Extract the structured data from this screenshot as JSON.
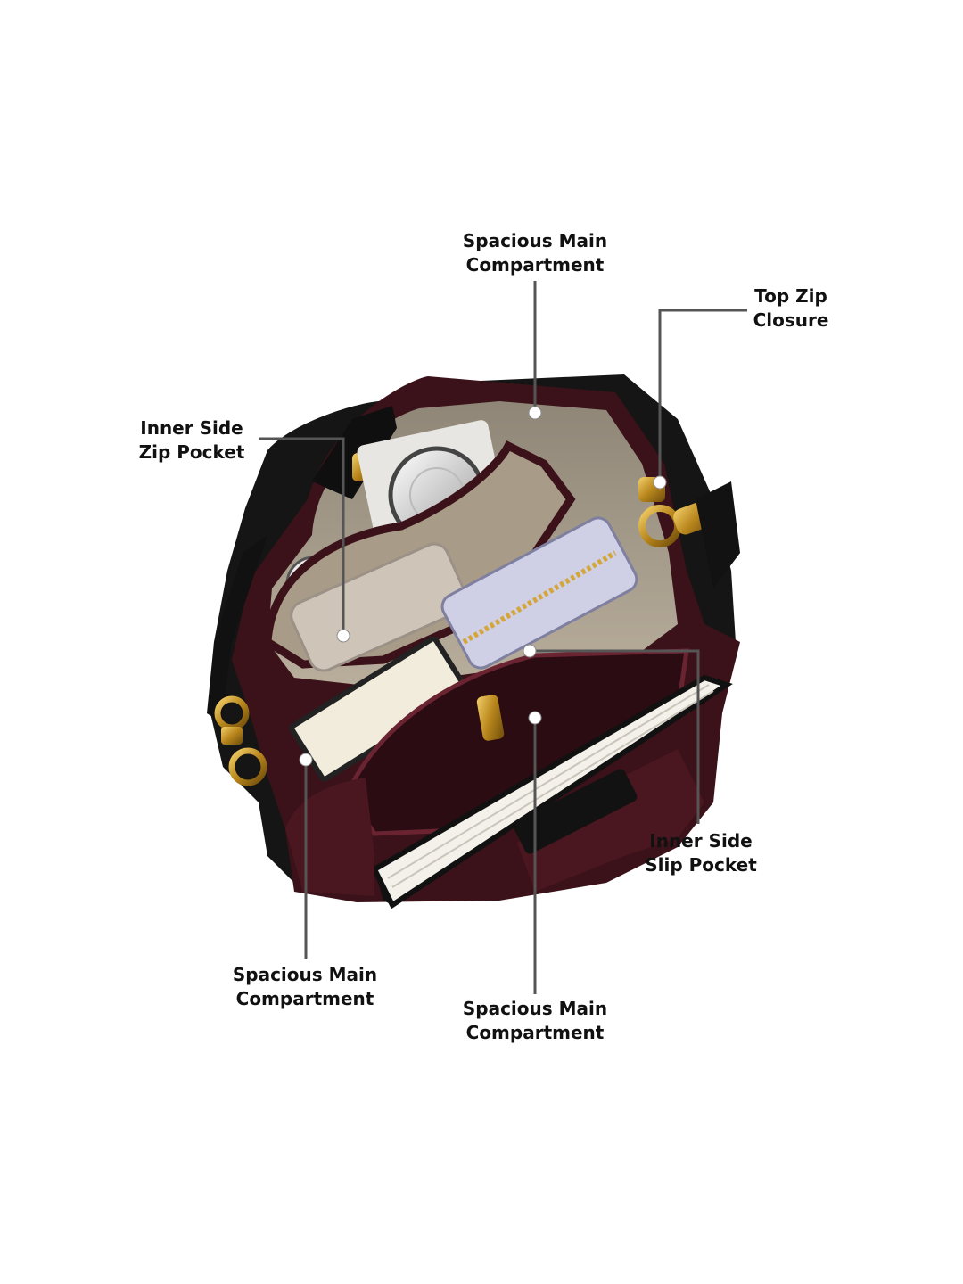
{
  "callouts": {
    "main_top": {
      "line1": "Spacious Main",
      "line2": "Compartment"
    },
    "top_zip": {
      "line1": "Top Zip",
      "line2": "Closure"
    },
    "inner_zip": {
      "line1": "Inner Side",
      "line2": "Zip Pocket"
    },
    "inner_slip": {
      "line1": "Inner Side",
      "line2": "Slip Pocket"
    },
    "main_bottom_left": {
      "line1": "Spacious Main",
      "line2": "Compartment"
    },
    "main_bottom_center": {
      "line1": "Spacious Main",
      "line2": "Compartment"
    }
  },
  "colors": {
    "leather_black": "#161515",
    "leather_burgundy": "#3b1219",
    "lining_taupe": "#b7ab99",
    "hardware_gold": "#c99a2c",
    "leader_line": "#555555"
  }
}
